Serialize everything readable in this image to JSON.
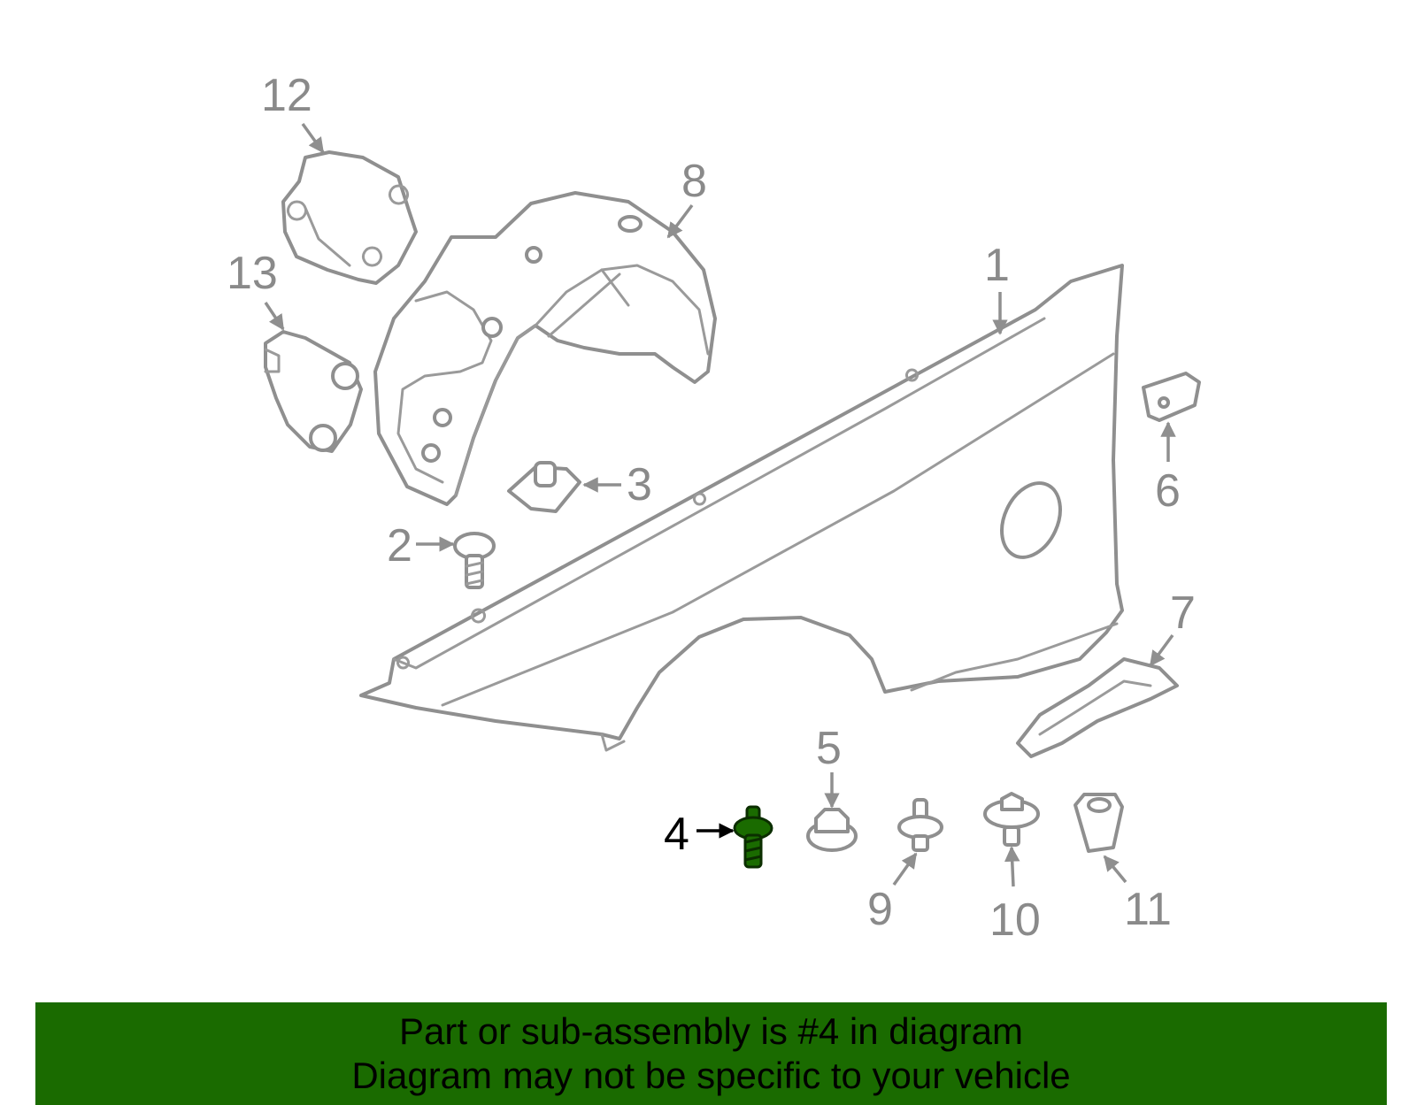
{
  "callouts": {
    "c1": "1",
    "c2": "2",
    "c3": "3",
    "c4": "4",
    "c5": "5",
    "c6": "6",
    "c7": "7",
    "c8": "8",
    "c9": "9",
    "c10": "10",
    "c11": "11",
    "c12": "12",
    "c13": "13"
  },
  "highlighted_part": "4",
  "colors": {
    "highlight": "#1a6b00",
    "line_art": "#8f8f8f",
    "banner_bg": "#1a6b00"
  },
  "banner": {
    "line1": "Part or sub-assembly is #4 in diagram",
    "line2": "Diagram may not be specific to your vehicle"
  }
}
